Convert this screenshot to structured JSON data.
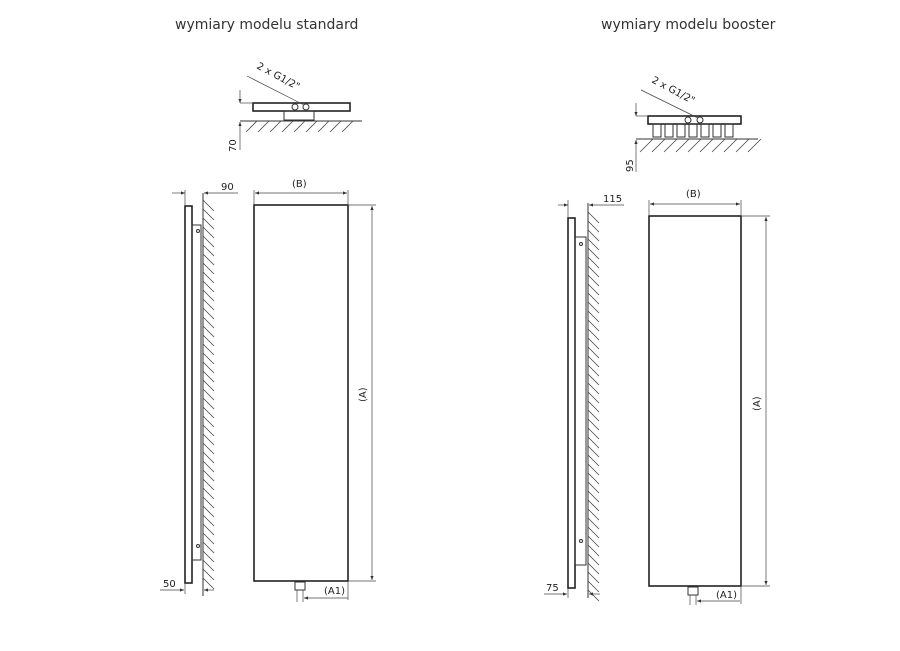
{
  "titles": {
    "standard": "wymiary modelu standard",
    "booster": "wymiary modelu booster"
  },
  "connection_label": "2 x G1/2\"",
  "labels": {
    "length": "(A)",
    "width": "(B)",
    "connection_offset": "(A1)"
  },
  "standard": {
    "wall_gap": "70",
    "depth": "90",
    "panel_offset": "50"
  },
  "booster": {
    "wall_gap": "95",
    "depth": "115",
    "panel_offset": "75"
  },
  "colors": {
    "line": "#333333",
    "text": "#222222"
  }
}
